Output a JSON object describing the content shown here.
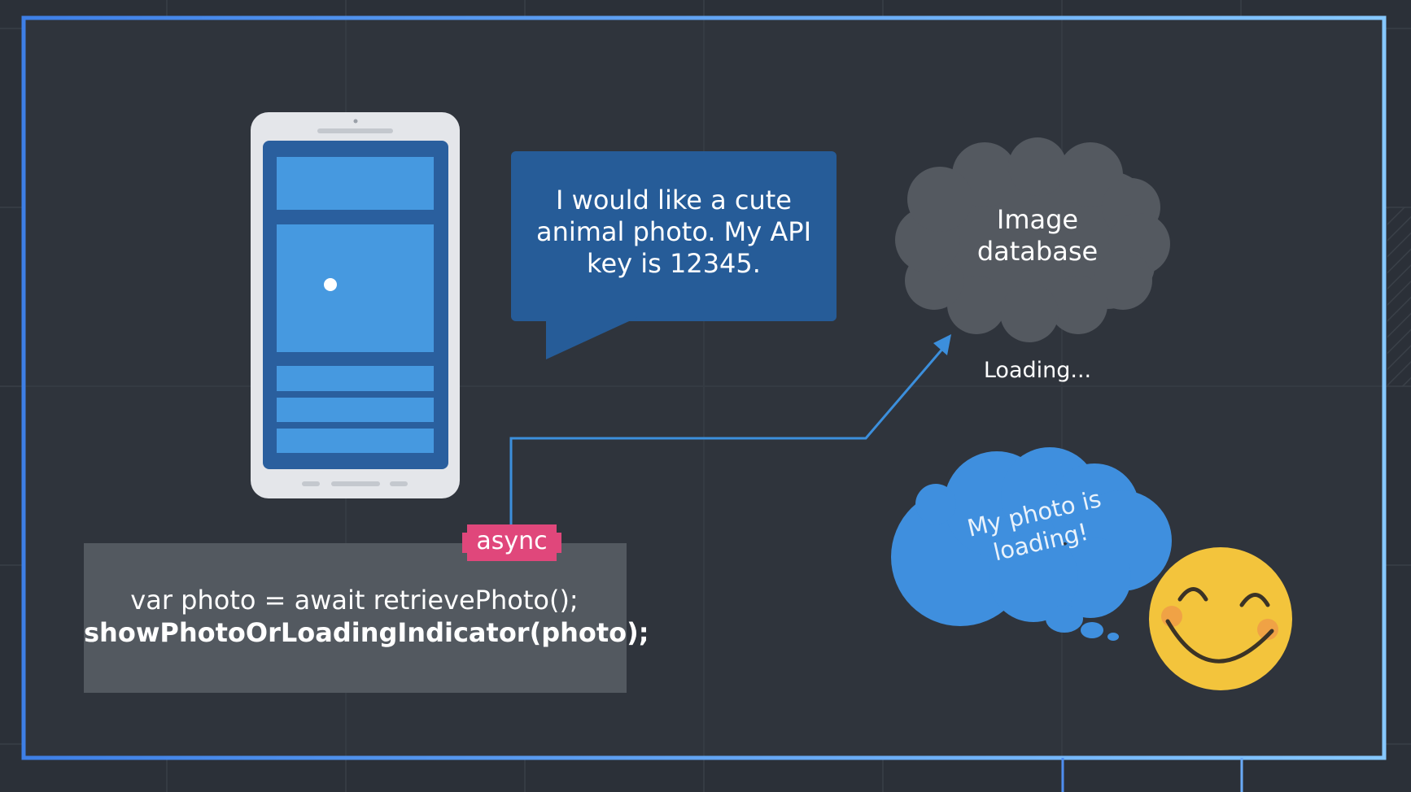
{
  "speech_bubble": {
    "lines": [
      "I would like a cute",
      "animal photo. My API",
      "key is 12345."
    ]
  },
  "server_cloud": {
    "lines": [
      "Image",
      "database"
    ],
    "status": "Loading..."
  },
  "async_tag": {
    "label": "async"
  },
  "code_block": {
    "line1": "var photo = await retrievePhoto();",
    "line2": "showPhotoOrLoadingIndicator(photo);"
  },
  "thought_bubble": {
    "lines": [
      "My photo is",
      "loading!"
    ]
  },
  "icons": {
    "phone": "smartphone-icon",
    "face": "smiley-face-icon"
  },
  "colors": {
    "background": "#2b3038",
    "frame_border": "#4f8df0",
    "phone_body": "#e4e6ea",
    "phone_screen": "#2a5f9e",
    "phone_panel": "#4699e0",
    "speech_bubble": "#265c98",
    "cloud_gray": "#545960",
    "arrow": "#3c8fdc",
    "async_tag": "#e0477b",
    "code_block": "#535960",
    "thought_cloud": "#3f8fde",
    "smiley": "#f3c43c",
    "smiley_cheek": "#f0a245"
  }
}
